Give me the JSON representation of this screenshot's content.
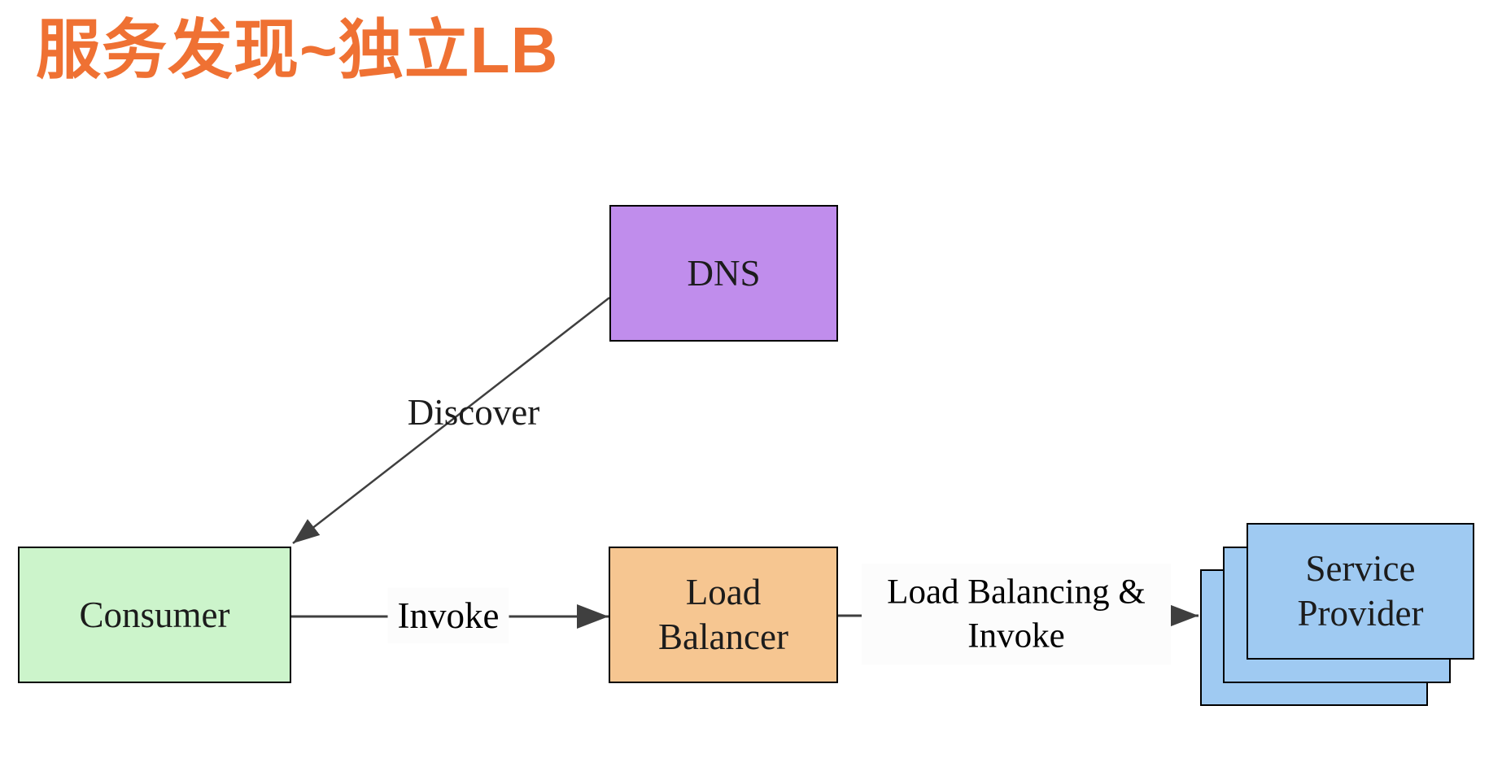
{
  "title": {
    "text": "服务发现~独立LB"
  },
  "colors": {
    "background": "#ffffff",
    "title": "#ef7133",
    "text": "#1c1c1c",
    "line": "#3f3f3f",
    "border": "#4b4b4b",
    "dns_fill": "#c08dec",
    "consumer_fill": "#ccf4cb",
    "load_balancer_fill": "#f6c691",
    "service_provider_fill": "#9fcaf2",
    "edge_label_bg": "#fcfcfc"
  },
  "nodes": {
    "dns": {
      "label": "DNS"
    },
    "consumer": {
      "label": "Consumer"
    },
    "load_balancer": {
      "label": "Load Balancer"
    },
    "service_provider": {
      "label": "Service Provider",
      "stack_count": 3
    }
  },
  "edges": {
    "discover": {
      "label": "Discover",
      "from": "DNS",
      "to": "Consumer"
    },
    "invoke": {
      "label": "Invoke",
      "from": "Consumer",
      "to": "Load Balancer"
    },
    "load_balancing_invoke": {
      "label": "Load Balancing & Invoke",
      "from": "Load Balancer",
      "to": "Service Provider"
    }
  }
}
